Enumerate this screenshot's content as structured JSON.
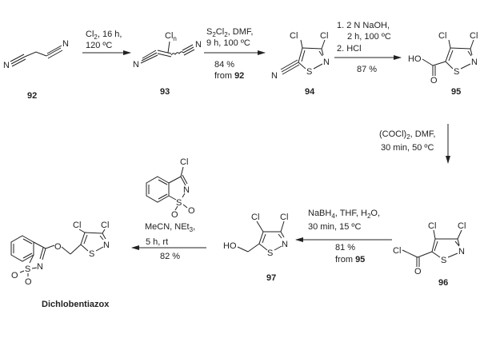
{
  "compounds": {
    "c92": {
      "label": "92"
    },
    "c93": {
      "label": "93",
      "substituent": "Cl",
      "subscript": "n"
    },
    "c94": {
      "label": "94"
    },
    "c95": {
      "label": "95"
    },
    "c96": {
      "label": "96"
    },
    "c97": {
      "label": "97"
    },
    "product": {
      "label": "Dichlobentiazox"
    }
  },
  "atoms": {
    "N": "N",
    "Cl": "Cl",
    "S": "S",
    "O": "O",
    "HO": "HO"
  },
  "steps": {
    "s1": {
      "l1": "Cl",
      "l1sub": "2",
      "l1b": ", 16 h,",
      "l2": "120 ºC"
    },
    "s2": {
      "l1a": "S",
      "l1sub1": "2",
      "l1b": "Cl",
      "l1sub2": "2",
      "l1c": ", DMF,",
      "l2": "9 h, 100 ºC",
      "l3": "84 %",
      "l4a": "from ",
      "l4b": "92"
    },
    "s3": {
      "l1": "1. 2 N NaOH,",
      "l2": "2 h, 100 ºC",
      "l3": "2. HCl",
      "l4": "87 %"
    },
    "s4": {
      "l1a": "(COCl)",
      "l1sub": "2",
      "l1b": ", DMF,",
      "l2": "30 min, 50 ºC"
    },
    "s5": {
      "l1a": "NaBH",
      "l1sub1": "4",
      "l1b": ", THF, H",
      "l1sub2": "2",
      "l1c": "O,",
      "l2": "30 min, 15 ºC",
      "l3": "81 %",
      "l4a": "from ",
      "l4b": "95"
    },
    "s6": {
      "l1a": "MeCN, NEt",
      "l1sub": "3",
      "l1b": ",",
      "l2": "5 h, rt",
      "l3": "82 %"
    }
  }
}
